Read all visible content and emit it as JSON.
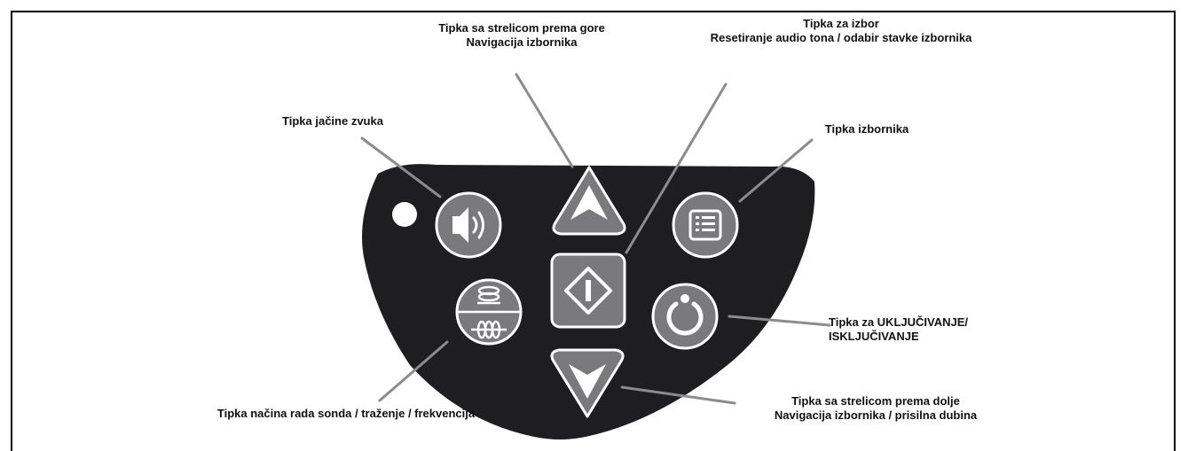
{
  "labels": {
    "up": {
      "line1": "Tipka sa strelicom prema gore",
      "line2": "Navigacija izbornika"
    },
    "select": {
      "line1": "Tipka za izbor",
      "line2": "Resetiranje audio tona / odabir stavke izbornika"
    },
    "volume": {
      "line1": "Tipka jačine zvuka"
    },
    "menu": {
      "line1": "Tipka izbornika"
    },
    "power": {
      "line1": "Tipka za UKLJUČIVANJE/",
      "line2": "ISKLJUČIVANJE"
    },
    "down": {
      "line1": "Tipka sa strelicom prema dolje",
      "line2": "Navigacija izbornika / prisilna dubina"
    },
    "mode": {
      "line1": "Tipka načina rada sonda / traženje / frekvencija"
    }
  },
  "icons": {
    "volume": "speaker-icon",
    "up": "arrow-up-icon",
    "menu": "list-menu-icon",
    "select": "diamond-select-icon",
    "mode": "sonde-mode-icon",
    "power": "power-icon",
    "down": "arrow-down-icon",
    "indicator": "led-indicator"
  },
  "colors": {
    "panel": "#1e1e20",
    "button": "#7a7a7d",
    "button_outline": "#ffffff",
    "leader_line": "#8c8c8c",
    "text": "#111111"
  }
}
